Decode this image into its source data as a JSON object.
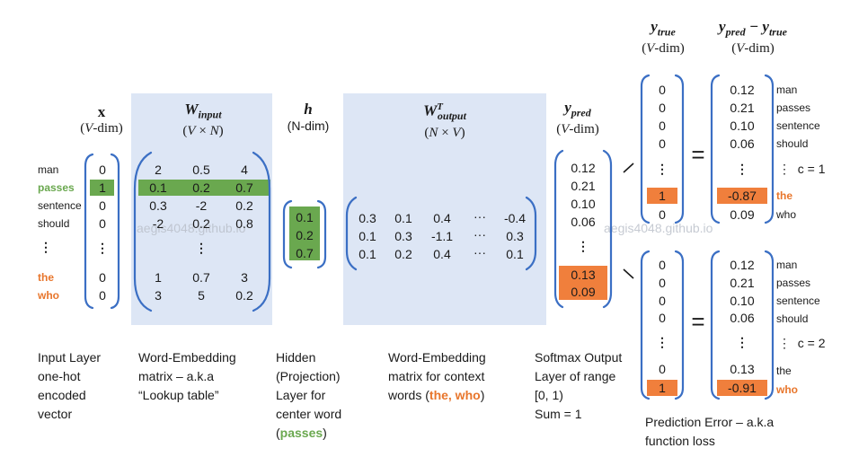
{
  "headers": {
    "x": {
      "main": "x",
      "sub": "(V-dim)"
    },
    "w_input": {
      "main": "W_input",
      "sub": "(V × N)"
    },
    "h": {
      "main": "h",
      "sub": "(N-dim)"
    },
    "w_output": {
      "main": "W_output^T",
      "sub": "(N × V)"
    },
    "y_pred": {
      "main": "y_pred",
      "sub": "(V-dim)"
    },
    "y_true": {
      "main": "y_true",
      "sub": "(V-dim)"
    },
    "error": {
      "main": "y_pred − y_true",
      "sub": "(V-dim)"
    }
  },
  "words": [
    "man",
    "passes",
    "sentence",
    "should",
    "⋮",
    "the",
    "who"
  ],
  "x_vector": [
    "0",
    "1",
    "0",
    "0",
    "⋮",
    "0",
    "0"
  ],
  "w_input_rows": [
    [
      "2",
      "0.5",
      "4"
    ],
    [
      "0.1",
      "0.2",
      "0.7"
    ],
    [
      "0.3",
      "-2",
      "0.2"
    ],
    [
      "-2",
      "0.2",
      "0.8"
    ],
    [
      "⋮"
    ],
    [
      "1",
      "0.7",
      "3"
    ],
    [
      "3",
      "5",
      "0.2"
    ]
  ],
  "h_vector": [
    "0.1",
    "0.2",
    "0.7"
  ],
  "w_output_rows": [
    [
      "0.3",
      "0.1",
      "0.4",
      "···",
      "-0.4"
    ],
    [
      "0.1",
      "0.3",
      "-1.1",
      "···",
      "0.3"
    ],
    [
      "0.1",
      "0.2",
      "0.4",
      "···",
      "0.1"
    ]
  ],
  "y_pred_vector": [
    "0.12",
    "0.21",
    "0.10",
    "0.06",
    "⋮",
    "0.13",
    "0.09"
  ],
  "y_true_1": [
    "0",
    "0",
    "0",
    "0",
    "⋮",
    "1",
    "0"
  ],
  "error_1": [
    "0.12",
    "0.21",
    "0.10",
    "0.06",
    "⋮",
    "-0.87",
    "0.09"
  ],
  "right_words_1": [
    "man",
    "passes",
    "sentence",
    "should",
    "⋮  c = 1",
    "the",
    "who"
  ],
  "y_true_2": [
    "0",
    "0",
    "0",
    "0",
    "⋮",
    "0",
    "1"
  ],
  "error_2": [
    "0.12",
    "0.21",
    "0.10",
    "0.06",
    "⋮",
    "0.13",
    "-0.91"
  ],
  "right_words_2": [
    "man",
    "passes",
    "sentence",
    "should",
    "⋮  c = 2",
    "the",
    "who"
  ],
  "equals": "=",
  "captions": {
    "input": [
      "Input Layer",
      "one-hot",
      "encoded",
      "vector"
    ],
    "w_input": [
      "Word-Embedding",
      "matrix – a.k.a",
      "“Lookup table”"
    ],
    "hidden": [
      "Hidden",
      "(Projection)",
      "Layer for",
      "center word",
      "(passes)"
    ],
    "w_output": [
      "Word-Embedding",
      "matrix for context",
      "words (the, who)"
    ],
    "softmax": [
      "Softmax Output",
      "Layer of range",
      "[0, 1)",
      "Sum = 1"
    ],
    "error": [
      "Prediction Error – a.k.a",
      "function loss"
    ]
  },
  "watermarks": [
    "aegis4048.github.io",
    "aegis4048.github.io"
  ],
  "colors": {
    "panel": "#dde6f5",
    "green": "#6aa84f",
    "orange": "#f07f3c",
    "bracket": "#3b6fc4"
  }
}
